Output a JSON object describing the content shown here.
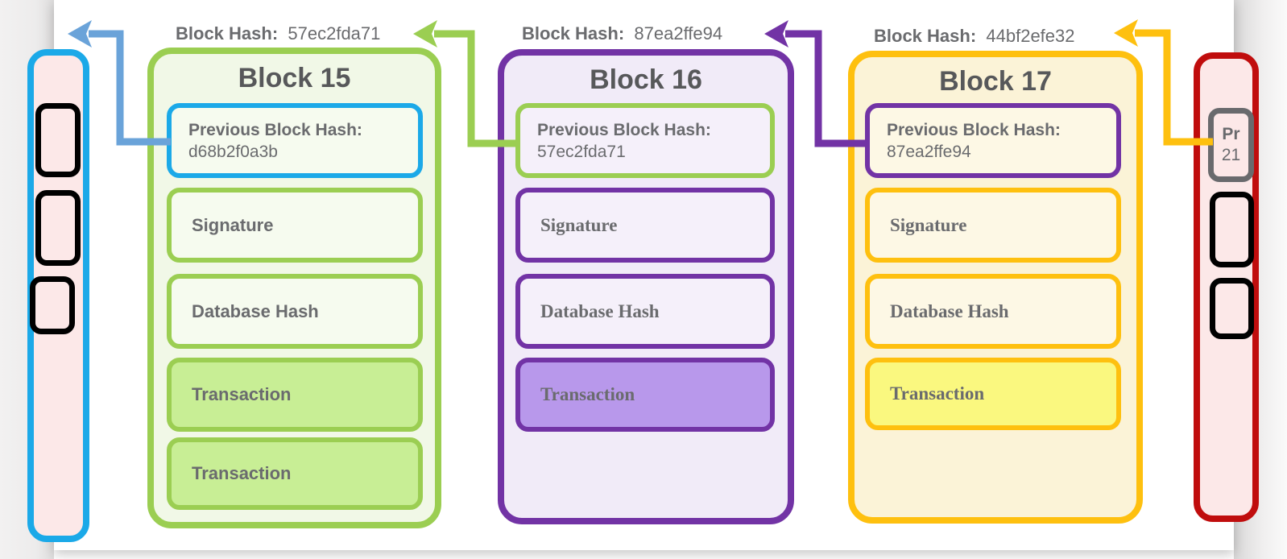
{
  "colors": {
    "green": "#9BCE52",
    "cyan_blue": "#1BA9E8",
    "navy": "#1B2A5E",
    "purple": "#7233A5",
    "gold": "#FEC00F",
    "red": "#C00D0D",
    "arrow_steel_blue": "#6AA3D9",
    "label_gray": "#6A6B6E",
    "pink_fill": "#FCE8E8"
  },
  "hash_labels": [
    {
      "label": "Block Hash:",
      "value": "57ec2fda71"
    },
    {
      "label": "Block Hash:",
      "value": "87ea2ffe94"
    },
    {
      "label": "Block Hash:",
      "value": "44bf2efe32"
    }
  ],
  "blocks": [
    {
      "title": "Block 15",
      "prev_hash_label": "Previous Block Hash:",
      "prev_hash_value": "d68b2f0a3b",
      "fields": [
        "Signature",
        "Database Hash"
      ],
      "transactions": [
        "Transaction",
        "Transaction"
      ]
    },
    {
      "title": "Block 16",
      "prev_hash_label": "Previous Block Hash:",
      "prev_hash_value": "57ec2fda71",
      "fields": [
        "Signature",
        "Database Hash"
      ],
      "transactions": [
        "Transaction"
      ]
    },
    {
      "title": "Block 17",
      "prev_hash_label": "Previous Block Hash:",
      "prev_hash_value": "87ea2ffe94",
      "fields": [
        "Signature",
        "Database Hash"
      ],
      "transactions": [
        "Transaction"
      ]
    }
  ],
  "right_partial_block": {
    "prev_hash_truncated_top": "Pr",
    "prev_hash_truncated_bottom": "21"
  }
}
